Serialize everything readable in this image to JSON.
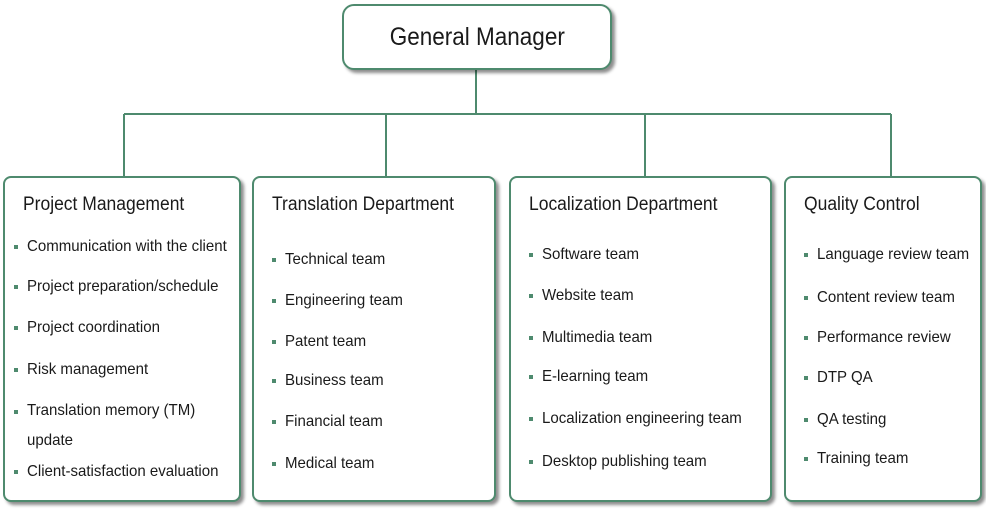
{
  "root": {
    "title": "General Manager"
  },
  "departments": [
    {
      "title": "Project Management",
      "items": [
        "Communication with the client",
        "Project preparation/schedule",
        "Project coordination",
        "Risk management",
        "Translation memory (TM) update",
        "Client-satisfaction evaluation"
      ]
    },
    {
      "title": "Translation Department",
      "items": [
        "Technical team",
        "Engineering team",
        "Patent team",
        "Business team",
        "Financial team",
        "Medical team"
      ]
    },
    {
      "title": "Localization Department",
      "items": [
        "Software team",
        "Website team",
        "Multimedia team",
        "E-learning team",
        "Localization engineering team",
        "Desktop publishing team"
      ]
    },
    {
      "title": "Quality Control",
      "items": [
        "Language review team",
        "Content review team",
        "Performance review",
        "DTP QA",
        "QA testing",
        "Training team"
      ]
    }
  ],
  "colors": {
    "border": "#4e8a6e",
    "line": "#4e8a6e",
    "text": "#1a1a1a"
  }
}
